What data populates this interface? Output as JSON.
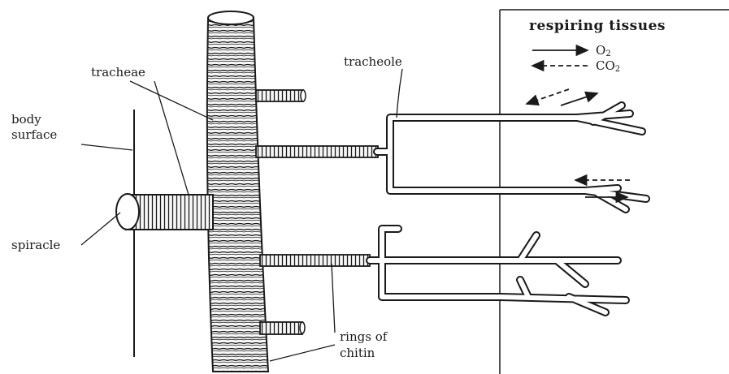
{
  "title": "respiring tissues",
  "labels": {
    "tracheae": "tracheae",
    "body_surface_line1": "body",
    "body_surface_line2": "surface",
    "spiracle": "spiracle",
    "tracheole": "tracheole",
    "rings_line1": "rings of",
    "rings_line2": "chitin"
  },
  "legend": {
    "o2_main": "O",
    "o2_sub": "2",
    "co2_main": "CO",
    "co2_sub": "2"
  },
  "colors": {
    "ink": "#1a1a1a",
    "background": "#ffffff"
  }
}
